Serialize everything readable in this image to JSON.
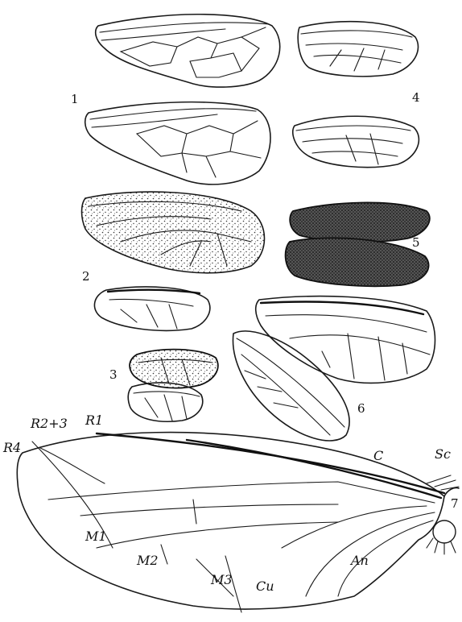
{
  "figure_numbers": [
    "1",
    "2",
    "3",
    "4",
    "5",
    "6",
    "7"
  ],
  "vein_labels": {
    "r4": "R4",
    "r23": "R2+3",
    "r1": "R1",
    "c": "C",
    "sc": "Sc",
    "m1": "M1",
    "m2": "M2",
    "m3": "M3",
    "cu": "Cu",
    "an": "An"
  }
}
